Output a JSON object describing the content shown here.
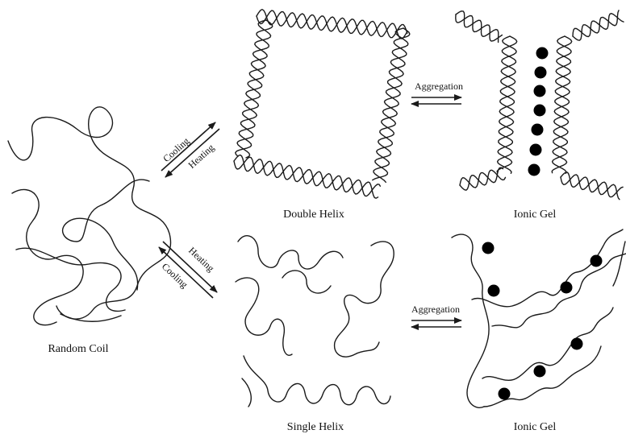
{
  "labels": {
    "random_coil": "Random Coil",
    "double_helix": "Double Helix",
    "single_helix": "Single Helix",
    "ionic_gel_top": "Ionic Gel",
    "ionic_gel_bottom": "Ionic Gel"
  },
  "arrows": {
    "upper_cooling": "Cooling",
    "upper_heating": "Heating",
    "lower_heating": "Heating",
    "lower_cooling": "Cooling",
    "aggregation_top": "Aggregation",
    "aggregation_bottom": "Aggregation"
  },
  "colors": {
    "ink": "#1a1a1a",
    "ion": "#000000"
  }
}
